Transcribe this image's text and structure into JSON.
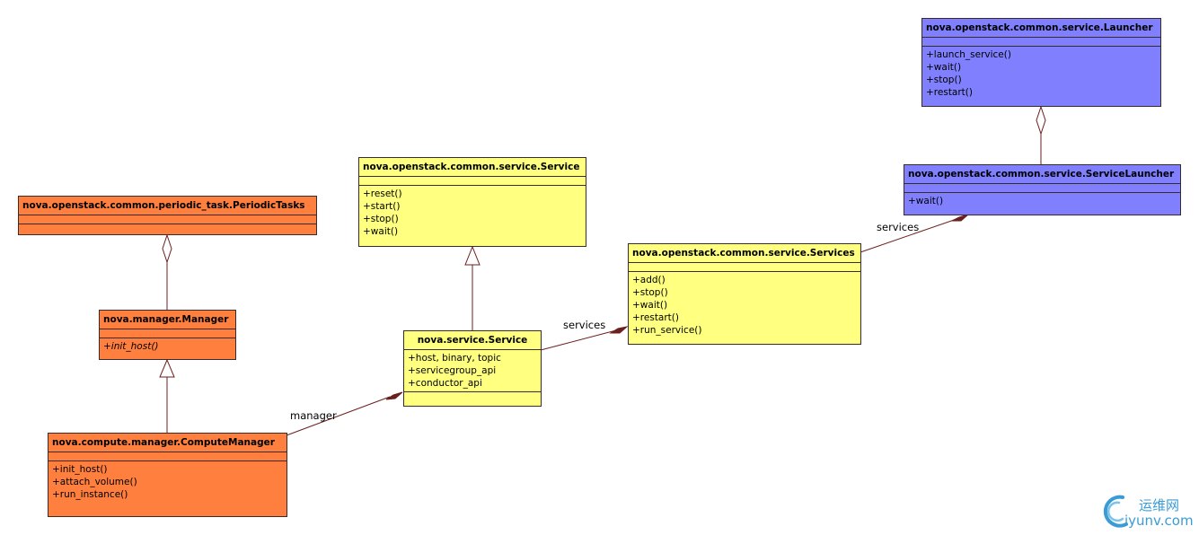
{
  "classes": {
    "launcher": {
      "name": "nova.openstack.common.service.Launcher",
      "attributes": [],
      "operations": [
        "+launch_service()",
        "+wait()",
        "+stop()",
        "+restart()"
      ]
    },
    "service_launcher": {
      "name": "nova.openstack.common.service.ServiceLauncher",
      "attributes": [],
      "operations": [
        "+wait()"
      ]
    },
    "common_service": {
      "name": "nova.openstack.common.service.Service",
      "attributes": [],
      "operations": [
        "+reset()",
        "+start()",
        "+stop()",
        "+wait()"
      ]
    },
    "services": {
      "name": "nova.openstack.common.service.Services",
      "attributes": [],
      "operations": [
        "+add()",
        "+stop()",
        "+wait()",
        "+restart()",
        "+run_service()"
      ]
    },
    "periodic_tasks": {
      "name": "nova.openstack.common.periodic_task.PeriodicTasks",
      "attributes": [],
      "operations": []
    },
    "manager": {
      "name": "nova.manager.Manager",
      "attributes": [],
      "operations": [
        "+init_host()"
      ]
    },
    "nova_service": {
      "name": "nova.service.Service",
      "attributes": [
        "+host, binary, topic",
        "+servicegroup_api",
        "+conductor_api"
      ],
      "operations": []
    },
    "compute_manager": {
      "name": "nova.compute.manager.ComputeManager",
      "attributes": [],
      "operations": [
        "+init_host()",
        "+attach_volume()",
        "+run_instance()"
      ]
    }
  },
  "edge_labels": {
    "services_top": "services",
    "services_mid": "services",
    "manager": "manager"
  },
  "watermark": {
    "text_cn": "运维网",
    "url": "iyunv.com"
  },
  "colors": {
    "yellow": "#ffff80",
    "orange": "#ff7f3f",
    "purple": "#8080ff",
    "edge": "#6b1f1f"
  }
}
